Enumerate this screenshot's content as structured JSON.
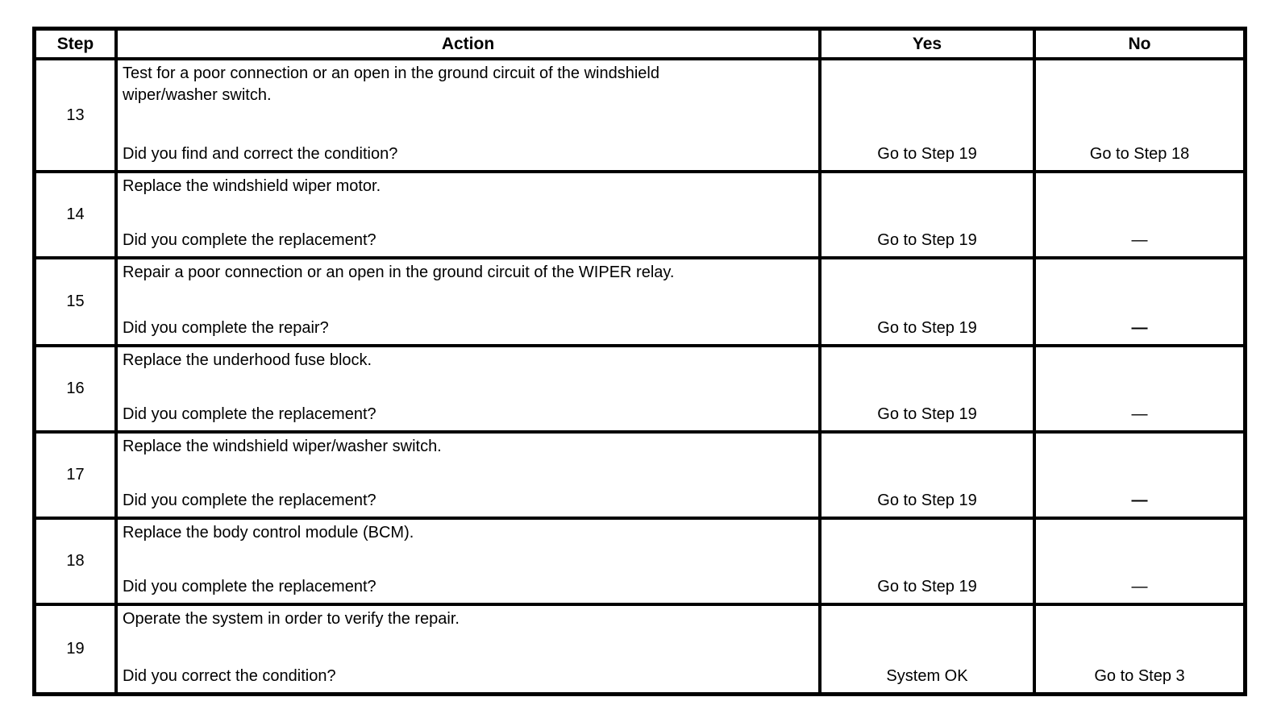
{
  "colors": {
    "border": "#000000",
    "text": "#000000",
    "background": "#ffffff"
  },
  "table": {
    "headers": {
      "step": "Step",
      "action": "Action",
      "yes": "Yes",
      "no": "No"
    },
    "rows": [
      {
        "step": "13",
        "action": "Test for a poor connection or an open in the ground circuit of the windshield\nwiper/washer switch.",
        "question": "Did you find and correct the condition?",
        "yes": "Go to Step 19",
        "no": "Go to Step 18",
        "no_bold": false
      },
      {
        "step": "14",
        "action": "Replace the windshield wiper motor.",
        "question": "Did you complete the replacement?",
        "yes": "Go to Step 19",
        "no": "—",
        "no_bold": false
      },
      {
        "step": "15",
        "action": "Repair a poor connection or an open in the ground circuit of the WIPER relay.",
        "question": "Did you complete the repair?",
        "yes": "Go to Step 19",
        "no": "—",
        "no_bold": true
      },
      {
        "step": "16",
        "action": "Replace the underhood fuse block.",
        "question": "Did you complete the replacement?",
        "yes": "Go to Step 19",
        "no": "—",
        "no_bold": false
      },
      {
        "step": "17",
        "action": "Replace the windshield wiper/washer switch.",
        "question": "Did you complete the replacement?",
        "yes": "Go to Step 19",
        "no": "—",
        "no_bold": true
      },
      {
        "step": "18",
        "action": "Replace the body control module (BCM).",
        "question": "Did you complete the replacement?",
        "yes": "Go to Step 19",
        "no": "—",
        "no_bold": false
      },
      {
        "step": "19",
        "action": "Operate the system in order to verify the repair.",
        "question": "Did you correct the condition?",
        "yes": "System OK",
        "no": "Go to Step 3",
        "no_bold": false
      }
    ]
  }
}
